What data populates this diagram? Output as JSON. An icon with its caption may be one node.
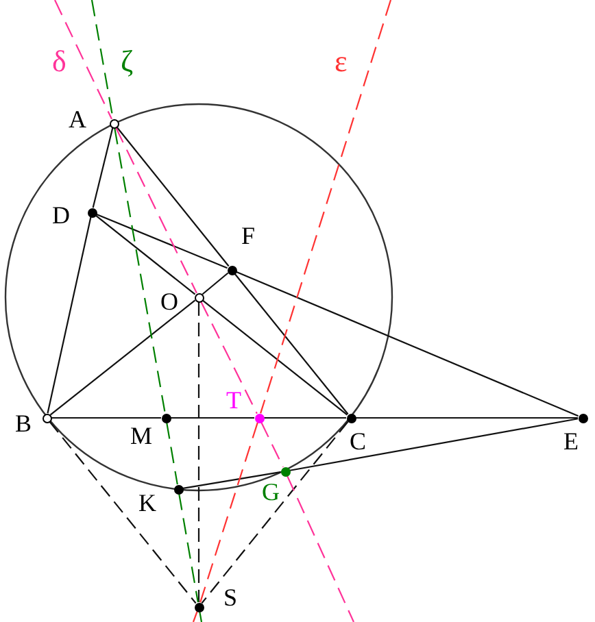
{
  "diagram": {
    "nodes": [
      {
        "text": [
          "A"
        ]
      },
      {
        "text": [
          "D"
        ]
      },
      {
        "text": [
          "F"
        ]
      },
      {
        "text": [
          "O"
        ]
      },
      {
        "text": [
          "B"
        ]
      },
      {
        "text": [
          "M"
        ]
      },
      {
        "text": [
          "T"
        ]
      },
      {
        "text": [
          "C"
        ]
      },
      {
        "text": [
          "E"
        ]
      },
      {
        "text": [
          "K"
        ]
      },
      {
        "text": [
          "G"
        ]
      },
      {
        "text": [
          "S"
        ]
      }
    ],
    "edges": [
      {
        "from": 0,
        "to": 1,
        "arrow": "none"
      },
      {
        "from": 1,
        "to": 4,
        "arrow": "none"
      },
      {
        "from": 0,
        "to": 2,
        "arrow": "none"
      },
      {
        "from": 2,
        "to": 7,
        "arrow": "none"
      },
      {
        "from": 4,
        "to": 5,
        "arrow": "none"
      },
      {
        "from": 5,
        "to": 6,
        "arrow": "none"
      },
      {
        "from": 6,
        "to": 7,
        "arrow": "none"
      },
      {
        "from": 7,
        "to": 8,
        "arrow": "none"
      },
      {
        "from": 1,
        "to": 2,
        "arrow": "none"
      },
      {
        "from": 2,
        "to": 8,
        "arrow": "none"
      },
      {
        "from": 1,
        "to": 3,
        "arrow": "none"
      },
      {
        "from": 3,
        "to": 7,
        "arrow": "none"
      },
      {
        "from": 4,
        "to": 3,
        "arrow": "none"
      },
      {
        "from": 3,
        "to": 2,
        "arrow": "none"
      },
      {
        "from": 9,
        "to": 10,
        "arrow": "none"
      },
      {
        "from": 10,
        "to": 8,
        "arrow": "none"
      },
      {
        "from": 3,
        "to": 11,
        "arrow": "none",
        "style": "dashed"
      },
      {
        "from": 4,
        "to": 11,
        "arrow": "none",
        "style": "dashed"
      },
      {
        "from": 7,
        "to": 11,
        "arrow": "none",
        "style": "dashed"
      },
      {
        "from": null,
        "to": 0,
        "arrow": "none",
        "style": "dashed",
        "color": "#008000"
      },
      {
        "from": 0,
        "to": 5,
        "arrow": "none",
        "style": "dashed",
        "color": "#008000"
      },
      {
        "from": 5,
        "to": 9,
        "arrow": "none",
        "style": "dashed",
        "color": "#008000"
      },
      {
        "from": 9,
        "to": 11,
        "arrow": "none",
        "style": "dashed",
        "color": "#008000"
      },
      {
        "from": 11,
        "to": null,
        "arrow": "none",
        "style": "dashed",
        "color": "#008000"
      },
      {
        "from": null,
        "to": 0,
        "arrow": "none",
        "style": "dashed",
        "color": "#ff3399"
      },
      {
        "from": 0,
        "to": 3,
        "arrow": "none",
        "style": "dashed",
        "color": "#ff3399"
      },
      {
        "from": 3,
        "to": 6,
        "arrow": "none",
        "style": "dashed",
        "color": "#ff3399"
      },
      {
        "from": 6,
        "to": 10,
        "arrow": "none",
        "style": "dashed",
        "color": "#ff3399"
      },
      {
        "from": 10,
        "to": null,
        "arrow": "none",
        "style": "dashed",
        "color": "#ff3399"
      },
      {
        "from": null,
        "to": 6,
        "arrow": "none",
        "style": "dashed",
        "color": "#ff3333"
      },
      {
        "from": 6,
        "to": 11,
        "arrow": "none",
        "style": "dashed",
        "color": "#ff3333"
      },
      {
        "from": 11,
        "to": null,
        "arrow": "none",
        "style": "dashed",
        "color": "#ff3333"
      }
    ],
    "labels": [
      "δ",
      "ζ",
      "ε"
    ]
  }
}
